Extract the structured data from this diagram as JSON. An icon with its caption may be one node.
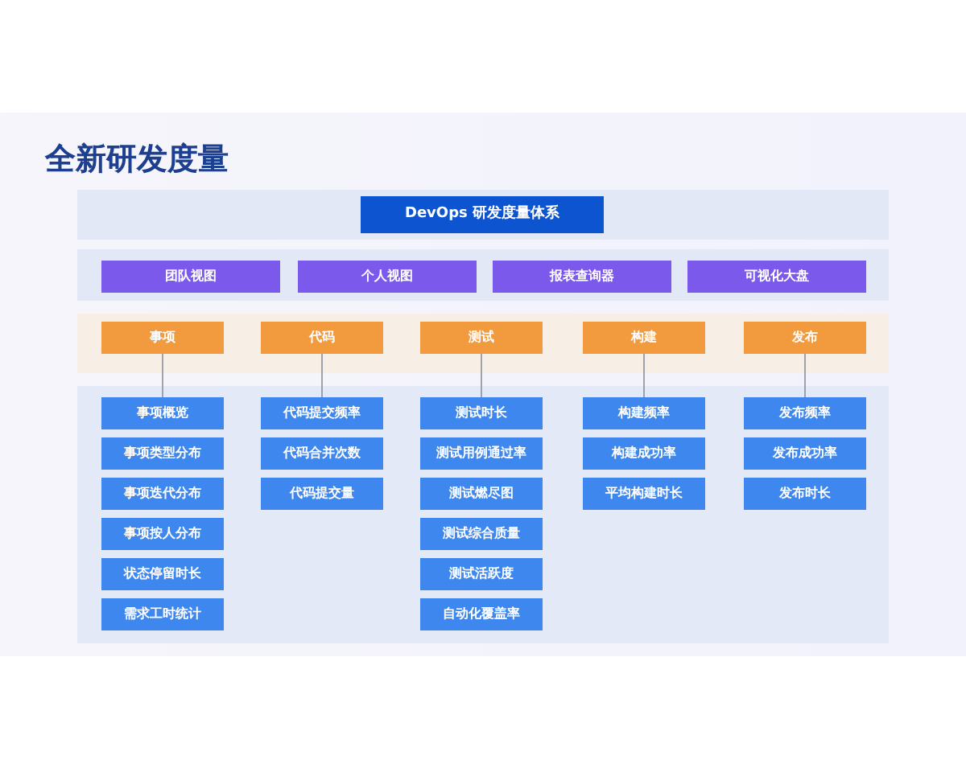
{
  "diagram": {
    "title": "全新研发度量",
    "nodes": [
      {
        "text": [
          "DevOps 研发度量体系"
        ]
      },
      {
        "text": [
          "团队视图"
        ]
      },
      {
        "text": [
          "个人视图"
        ]
      },
      {
        "text": [
          "报表查询器"
        ]
      },
      {
        "text": [
          "可视化大盘"
        ]
      },
      {
        "text": [
          "事项"
        ]
      },
      {
        "text": [
          "代码"
        ]
      },
      {
        "text": [
          "测试"
        ]
      },
      {
        "text": [
          "构建"
        ]
      },
      {
        "text": [
          "发布"
        ]
      },
      {
        "text": [
          "事项概览"
        ]
      },
      {
        "text": [
          "事项类型分布"
        ]
      },
      {
        "text": [
          "事项迭代分布"
        ]
      },
      {
        "text": [
          "事项按人分布"
        ]
      },
      {
        "text": [
          "状态停留时长"
        ]
      },
      {
        "text": [
          "需求工时统计"
        ]
      },
      {
        "text": [
          "代码提交频率"
        ]
      },
      {
        "text": [
          "代码合并次数"
        ]
      },
      {
        "text": [
          "代码提交量"
        ]
      },
      {
        "text": [
          "测试时长"
        ]
      },
      {
        "text": [
          "测试用例通过率"
        ]
      },
      {
        "text": [
          "测试燃尽图"
        ]
      },
      {
        "text": [
          "测试综合质量"
        ]
      },
      {
        "text": [
          "测试活跃度"
        ]
      },
      {
        "text": [
          "自动化覆盖率"
        ]
      },
      {
        "text": [
          "构建频率"
        ]
      },
      {
        "text": [
          "构建成功率"
        ]
      },
      {
        "text": [
          "平均构建时长"
        ]
      },
      {
        "text": [
          "发布频率"
        ]
      },
      {
        "text": [
          "发布成功率"
        ]
      },
      {
        "text": [
          "发布时长"
        ]
      }
    ],
    "edges": [
      {
        "from": 5,
        "to": 10,
        "arrow": "none"
      },
      {
        "from": 6,
        "to": 16,
        "arrow": "none"
      },
      {
        "from": 7,
        "to": 19,
        "arrow": "none"
      },
      {
        "from": 8,
        "to": 25,
        "arrow": "none"
      },
      {
        "from": 9,
        "to": 28,
        "arrow": "none"
      }
    ]
  }
}
